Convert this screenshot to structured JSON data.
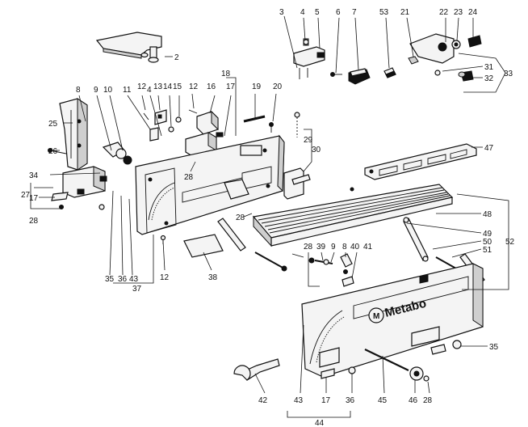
{
  "brand": "Metabo",
  "labels": {
    "l2": "2",
    "l3": "3",
    "l4a": "4",
    "l5": "5",
    "l6": "6",
    "l7": "7",
    "l53": "53",
    "l21": "21",
    "l22": "22",
    "l23": "23",
    "l24": "24",
    "l31": "31",
    "l32": "32",
    "l33": "33",
    "l8a": "8",
    "l9a": "9",
    "l10": "10",
    "l11": "11",
    "l4b": "4",
    "l12a": "12",
    "l13": "13",
    "l14": "14",
    "l15": "15",
    "l12b": "12",
    "l16": "16",
    "l17a": "17",
    "l18": "18",
    "l19": "19",
    "l20": "20",
    "l25": "25",
    "l26": "26",
    "l29": "29",
    "l30": "30",
    "l47": "47",
    "l34": "34",
    "l27": "27",
    "l17b": "17",
    "l28a": "28",
    "l28b": "28",
    "l28c": "28",
    "l48": "48",
    "l49": "49",
    "l50": "50",
    "l51": "51",
    "l52": "52",
    "l35a": "35",
    "l36a": "36",
    "l43a": "43",
    "l37": "37",
    "l12c": "12",
    "l38": "38",
    "l28d": "28",
    "l39": "39",
    "l9b": "9",
    "l8b": "8",
    "l40": "40",
    "l41": "41",
    "l35b": "35",
    "l42": "42",
    "l43b": "43",
    "l17c": "17",
    "l36b": "36",
    "l45": "45",
    "l46": "46",
    "l28e": "28",
    "l44": "44"
  }
}
